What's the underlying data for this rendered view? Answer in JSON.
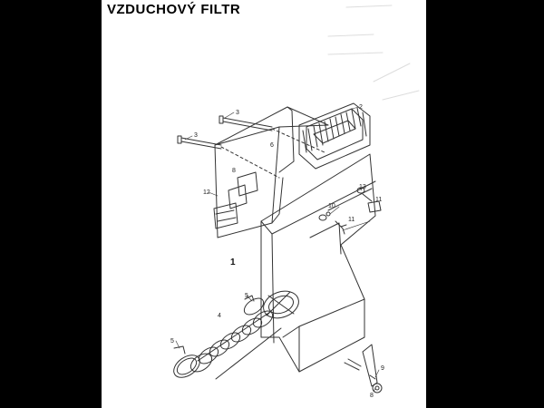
{
  "title": "VZDUCHOVÝ FILTR",
  "callouts": {
    "c1": "1",
    "c2": "2",
    "c3a": "3",
    "c3b": "3",
    "c4": "4",
    "c5a": "5",
    "c5b": "5",
    "c6": "6",
    "c8": "8",
    "c9": "9",
    "c10": "10",
    "c11a": "11",
    "c11b": "11",
    "c12": "12",
    "c13": "13"
  },
  "colors": {
    "ink": "#333333",
    "paper": "#ffffff",
    "frame": "#000000"
  }
}
